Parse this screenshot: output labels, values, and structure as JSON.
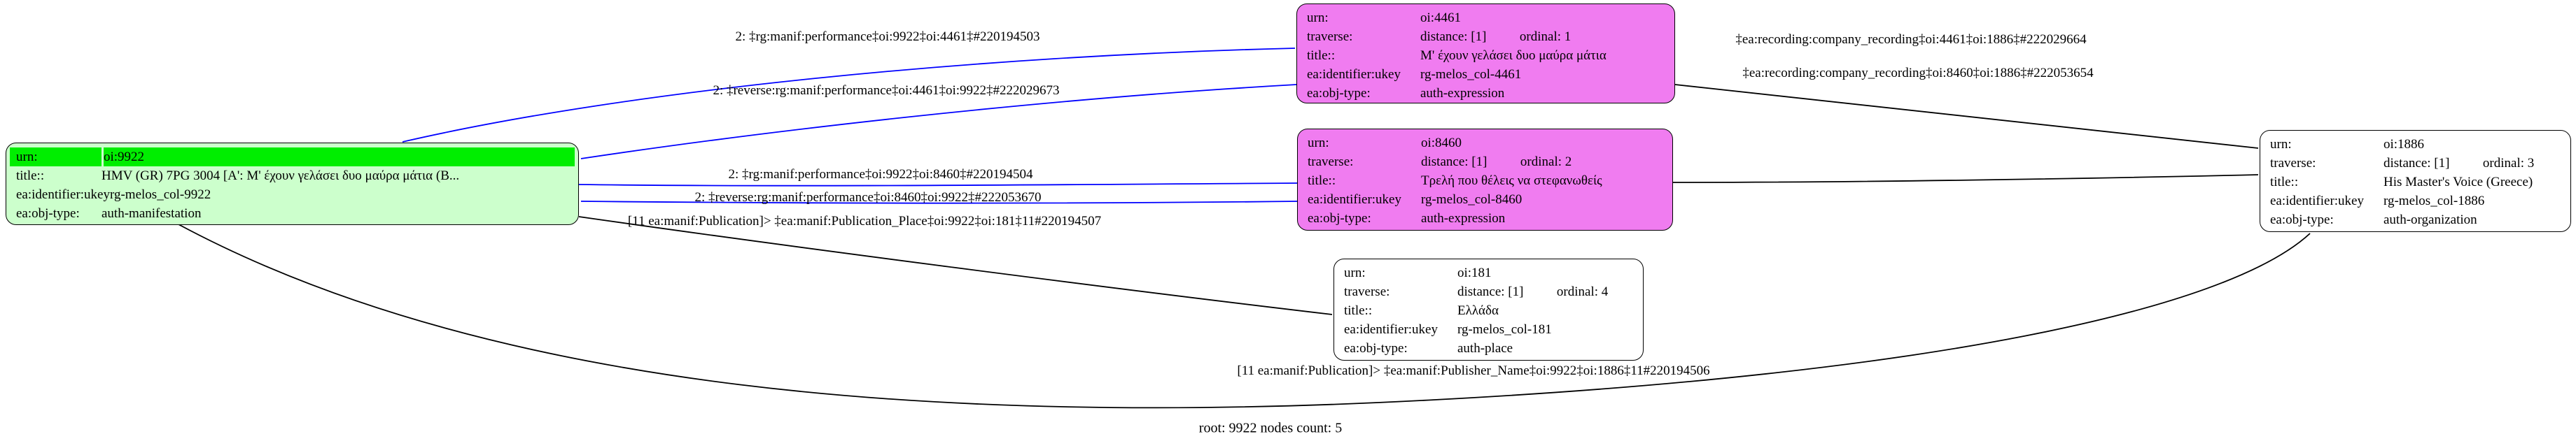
{
  "graph": {
    "root_label": "root: 9922 nodes count: 5"
  },
  "colors": {
    "root_node_fill": "#CCFFCC",
    "root_node_urn_highlight": "#00EE00",
    "expression_node_fill": "#F07CF0",
    "plain_node_fill": "#FFFFFF",
    "performance_edge": "#0000FF",
    "other_edge": "#000000"
  },
  "nodes": [
    {
      "id": "oi:9922",
      "rows": [
        {
          "key": "urn:",
          "value": "oi:9922"
        },
        {
          "key": "title::",
          "value": "HMV (GR) 7PG 3004 [A': Μ' έχουν γελάσει δυο μαύρα μάτια (B..."
        },
        {
          "key": "ea:identifier:ukey",
          "value": "rg-melos_col-9922"
        },
        {
          "key": "ea:obj-type:",
          "value": "auth-manifestation"
        }
      ]
    },
    {
      "id": "oi:4461",
      "rows": [
        {
          "key": "urn:",
          "value": "oi:4461"
        },
        {
          "key": "traverse:",
          "value": "distance: [1]          ordinal: 1"
        },
        {
          "key": "title::",
          "value": "Μ' έχουν γελάσει δυο μαύρα μάτια"
        },
        {
          "key": "ea:identifier:ukey",
          "value": "rg-melos_col-4461"
        },
        {
          "key": "ea:obj-type:",
          "value": "auth-expression"
        }
      ]
    },
    {
      "id": "oi:8460",
      "rows": [
        {
          "key": "urn:",
          "value": "oi:8460"
        },
        {
          "key": "traverse:",
          "value": "distance: [1]          ordinal: 2"
        },
        {
          "key": "title::",
          "value": "Τρελή που θέλεις να στεφανωθείς"
        },
        {
          "key": "ea:identifier:ukey",
          "value": "rg-melos_col-8460"
        },
        {
          "key": "ea:obj-type:",
          "value": "auth-expression"
        }
      ]
    },
    {
      "id": "oi:181",
      "rows": [
        {
          "key": "urn:",
          "value": "oi:181"
        },
        {
          "key": "traverse:",
          "value": "distance: [1]          ordinal: 4"
        },
        {
          "key": "title::",
          "value": "Ελλάδα"
        },
        {
          "key": "ea:identifier:ukey",
          "value": "rg-melos_col-181"
        },
        {
          "key": "ea:obj-type:",
          "value": "auth-place"
        }
      ]
    },
    {
      "id": "oi:1886",
      "rows": [
        {
          "key": "urn:",
          "value": "oi:1886"
        },
        {
          "key": "traverse:",
          "value": "distance: [1]          ordinal: 3"
        },
        {
          "key": "title::",
          "value": "His Master's Voice (Greece)"
        },
        {
          "key": "ea:identifier:ukey",
          "value": "rg-melos_col-1886"
        },
        {
          "key": "ea:obj-type:",
          "value": "auth-organization"
        }
      ]
    }
  ],
  "edge_labels": [
    {
      "text": "2: ‡rg:manif:performance‡oi:9922‡oi:4461‡#220194503"
    },
    {
      "text": "2: ‡reverse:rg:manif:performance‡oi:4461‡oi:9922‡#222029673"
    },
    {
      "text": "2: ‡rg:manif:performance‡oi:9922‡oi:8460‡#220194504"
    },
    {
      "text": "2: ‡reverse:rg:manif:performance‡oi:8460‡oi:9922‡#222053670"
    },
    {
      "text": "[11 ea:manif:Publication]> ‡ea:manif:Publication_Place‡oi:9922‡oi:181‡11#220194507"
    },
    {
      "text": "‡ea:recording:company_recording‡oi:4461‡oi:1886‡#222029664"
    },
    {
      "text": "‡ea:recording:company_recording‡oi:8460‡oi:1886‡#222053654"
    },
    {
      "text": "[11 ea:manif:Publication]> ‡ea:manif:Publisher_Name‡oi:9922‡oi:1886‡11#220194506"
    }
  ]
}
